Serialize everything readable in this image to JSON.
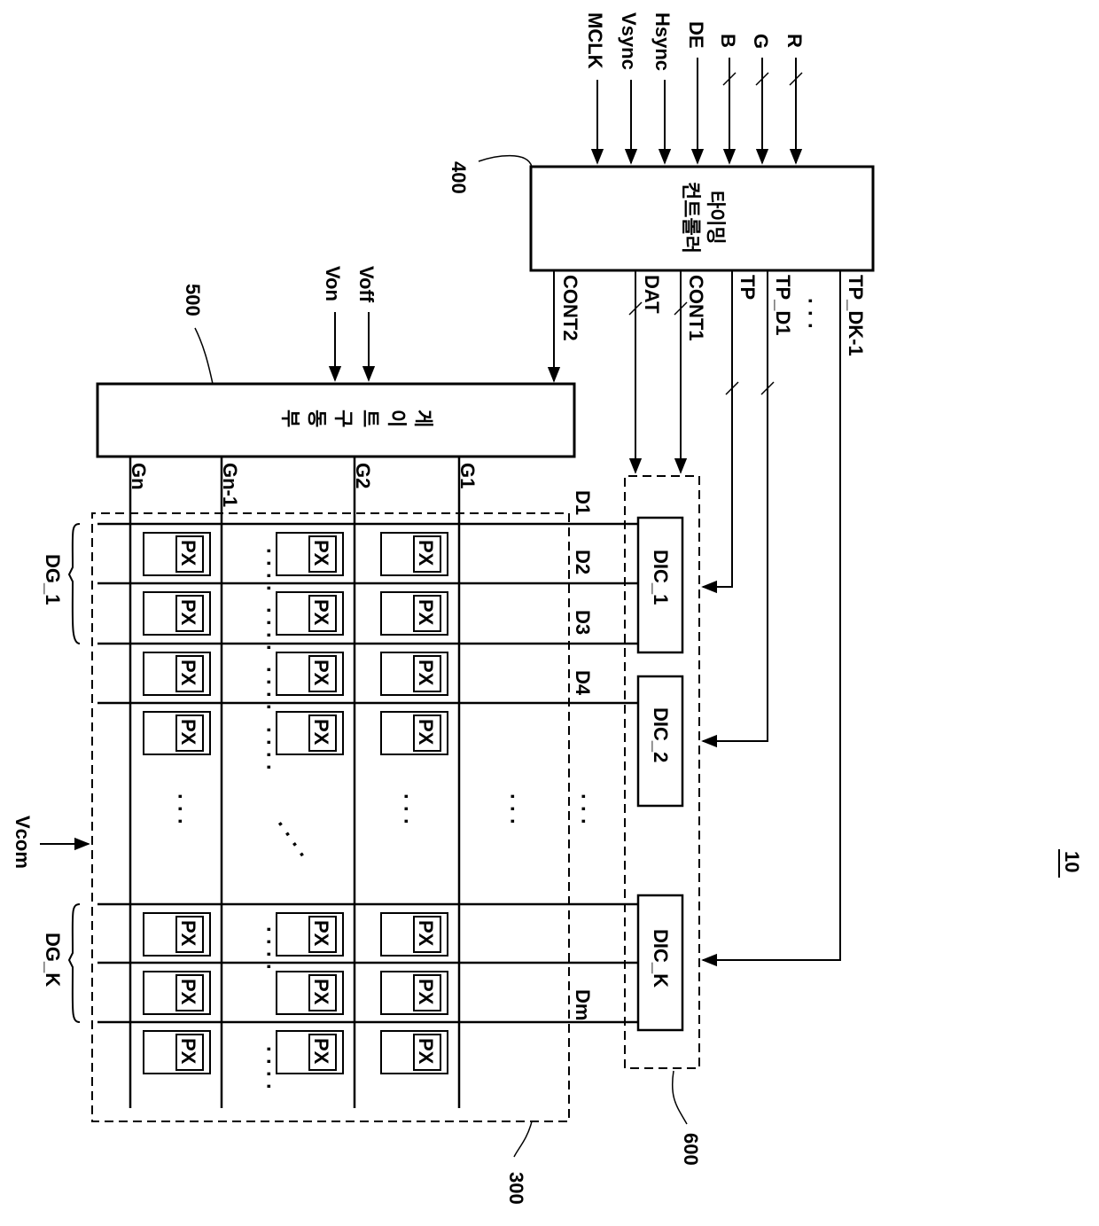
{
  "figure_number": "10",
  "input_signals": [
    "MCLK",
    "Vsync",
    "Hsync",
    "DE",
    "B",
    "G",
    "R"
  ],
  "timing_controller": {
    "ref": "400",
    "label_line1": "타이밍",
    "label_line2": "컨트롤러"
  },
  "controller_outputs": [
    "CONT2",
    "DAT",
    "CONT1",
    "TP",
    "TP_D1",
    "TP_DK-1"
  ],
  "gate_driver": {
    "ref": "500",
    "label": [
      "게",
      "이",
      "트",
      "구",
      "동",
      "부"
    ],
    "inputs": [
      "Von",
      "Voff"
    ]
  },
  "gate_lines": [
    "G1",
    "G2",
    "Gn-1",
    "Gn"
  ],
  "data_lines": [
    "D1",
    "D2",
    "D3",
    "D4",
    "Dm"
  ],
  "data_ics": [
    "DIC_1",
    "DIC_2",
    "DIC_K"
  ],
  "data_driver_ref": "600",
  "panel_ref": "300",
  "pixel_label": "PX",
  "data_groups": [
    "DG_1",
    "DG_K"
  ],
  "common_voltage": "Vcom"
}
